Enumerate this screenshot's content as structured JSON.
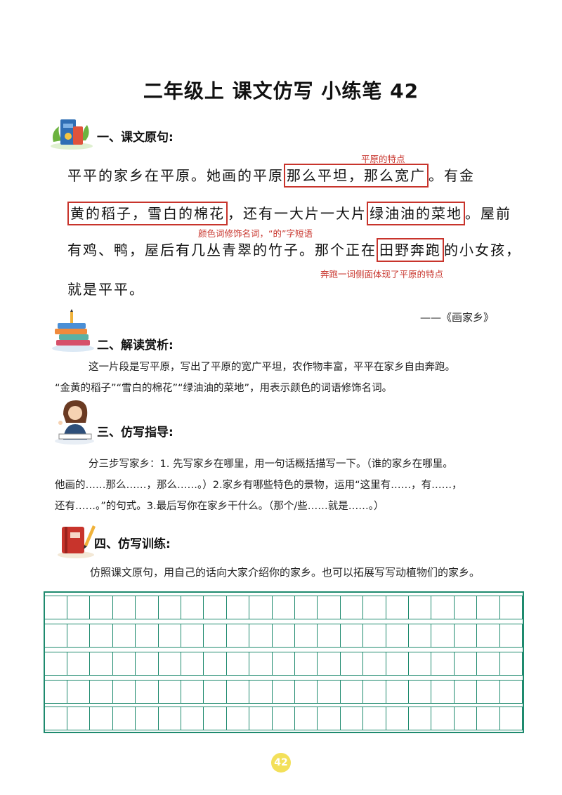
{
  "title": "二年级上 课文仿写 小练笔 42",
  "sections": {
    "s1": {
      "heading": "一、课文原句:"
    },
    "s2": {
      "heading": "二、解读赏析:"
    },
    "s3": {
      "heading": "三、仿写指导:"
    },
    "s4": {
      "heading": "四、仿写训练:"
    }
  },
  "passage": {
    "l1a": "平平的家乡在平原。她画的平原",
    "l1b": "那么平坦，那么宽广",
    "l1c": "。有金",
    "l2a": "黄的稻子，雪白的棉花",
    "l2b": "，还有一大片一大片",
    "l2c": "绿油油的菜地",
    "l2d": "。屋前",
    "l3a": "有鸡、鸭，屋后有几丛青翠的竹子。那个正在",
    "l3b": "田野奔跑",
    "l3c": "的小女孩，",
    "l4": "就是平平。",
    "source": "——《画家乡》"
  },
  "annotations": {
    "a1": "平原的特点",
    "a2": "颜色词修饰名词，“的”字短语",
    "a3": "奔跑一词侧面体现了平原的特点"
  },
  "analysis": {
    "p1": "这一片段是写平原，写出了平原的宽广平坦，农作物丰富，平平在家乡自由奔跑。",
    "p2": "“金黄的稻子”“雪白的棉花”“绿油油的菜地”，用表示颜色的词语修饰名词。"
  },
  "guide": {
    "p1": "分三步写家乡：1. 先写家乡在哪里，用一句话概括描写一下。（谁的家乡在哪里。",
    "p2": "他画的……那么……，那么……。）2.家乡有哪些特色的景物，运用“这里有……，有……，",
    "p3": "还有……。”的句式。3.最后写你在家乡干什么。（那个/些……就是……。）"
  },
  "training": {
    "instruction": "仿照课文原句，用自己的话向大家介绍你的家乡。也可以拓展写写动植物们的家乡。"
  },
  "page_number": "42",
  "colors": {
    "accent_red": "#c8342c",
    "grid_green": "#1e8a6e",
    "badge_yellow": "#f3e05a"
  },
  "icons": [
    "books-plant-icon",
    "books-pencil-icon",
    "teacher-icon",
    "book-pen-icon"
  ]
}
